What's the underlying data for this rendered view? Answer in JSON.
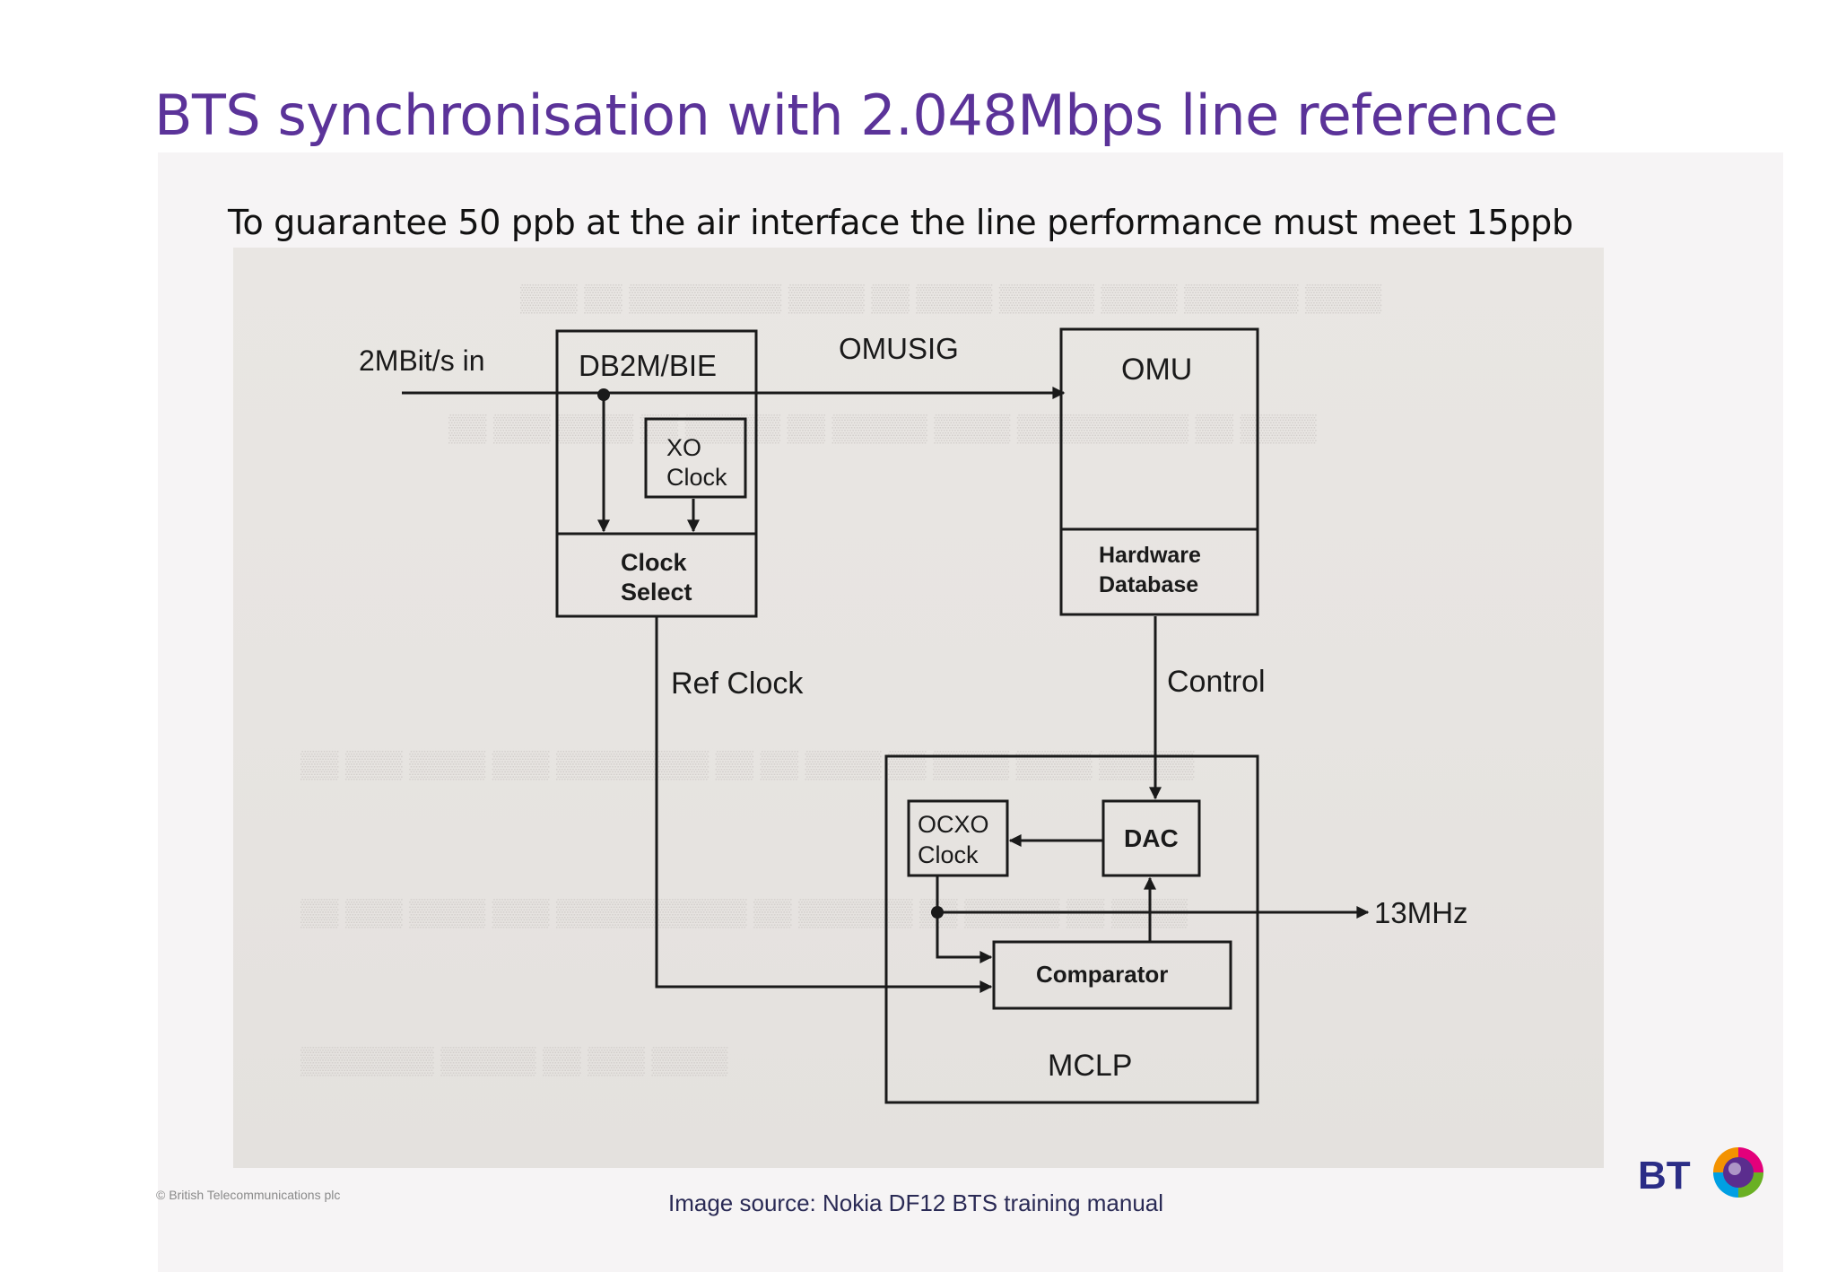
{
  "slide": {
    "title": "BTS synchronisation with 2.048Mbps line reference",
    "subtitle": "To guarantee 50 ppb at the air interface the line performance must meet 15ppb",
    "image_source": "Image source: Nokia DF12 BTS training manual",
    "copyright": "© British Telecommunications plc"
  },
  "diagram": {
    "input_label": "2MBit/s in",
    "db2m_label": "DB2M/BIE",
    "omusig_label": "OMUSIG",
    "omu_label": "OMU",
    "xo_line1": "XO",
    "xo_line2": "Clock",
    "clock_select_line1": "Clock",
    "clock_select_line2": "Select",
    "hw_db_line1": "Hardware",
    "hw_db_line2": "Database",
    "ref_clock_label": "Ref Clock",
    "control_label": "Control",
    "ocxo_line1": "OCXO",
    "ocxo_line2": "Clock",
    "dac_label": "DAC",
    "output_label": "13MHz",
    "comparator_label": "Comparator",
    "mclp_label": "MCLP"
  },
  "logo": {
    "text": "BT",
    "colors": [
      "#5b2d8e",
      "#e3007b",
      "#f39200",
      "#009fe3",
      "#6ab023"
    ]
  },
  "colors": {
    "title": "#5b3399",
    "line": "#1a1a1a"
  }
}
